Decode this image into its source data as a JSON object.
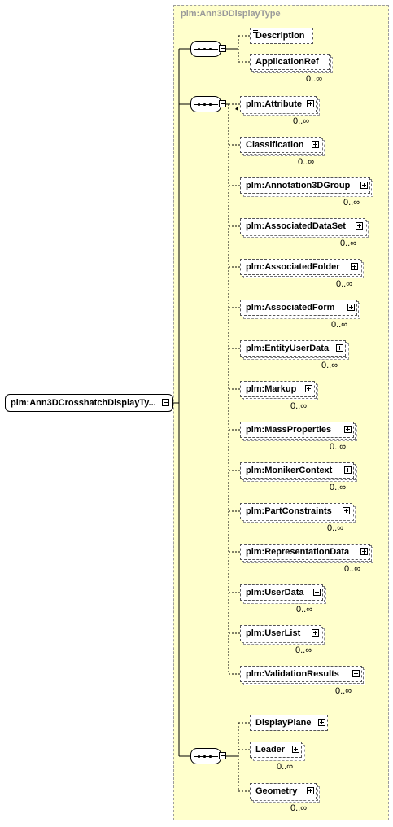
{
  "type_title": "plm:Ann3DDisplayType",
  "root": {
    "label": "plm:Ann3DCrosshatchDisplayTy..."
  },
  "sequences": [
    {
      "elements": [
        {
          "label": "Description",
          "occurs": "",
          "has_doc": true,
          "expandable": false
        },
        {
          "label": "ApplicationRef",
          "occurs": "0..∞",
          "has_doc": false,
          "expandable": false
        }
      ]
    },
    {
      "elements": [
        {
          "label": "plm:Attribute",
          "occurs": "0..∞",
          "expandable": true
        },
        {
          "label": "Classification",
          "occurs": "0..∞",
          "expandable": true
        },
        {
          "label": "plm:Annotation3DGroup",
          "occurs": "0..∞",
          "expandable": true
        },
        {
          "label": "plm:AssociatedDataSet",
          "occurs": "0..∞",
          "expandable": true
        },
        {
          "label": "plm:AssociatedFolder",
          "occurs": "0..∞",
          "expandable": true
        },
        {
          "label": "plm:AssociatedForm",
          "occurs": "0..∞",
          "expandable": true
        },
        {
          "label": "plm:EntityUserData",
          "occurs": "0..∞",
          "expandable": true
        },
        {
          "label": "plm:Markup",
          "occurs": "0..∞",
          "expandable": true
        },
        {
          "label": "plm:MassProperties",
          "occurs": "0..∞",
          "expandable": true
        },
        {
          "label": "plm:MonikerContext",
          "occurs": "0..∞",
          "expandable": true
        },
        {
          "label": "plm:PartConstraints",
          "occurs": "0..∞",
          "expandable": true
        },
        {
          "label": "plm:RepresentationData",
          "occurs": "0..∞",
          "expandable": true
        },
        {
          "label": "plm:UserData",
          "occurs": "0..∞",
          "expandable": true
        },
        {
          "label": "plm:UserList",
          "occurs": "0..∞",
          "expandable": true
        },
        {
          "label": "plm:ValidationResults",
          "occurs": "0..∞",
          "expandable": true
        }
      ]
    },
    {
      "elements": [
        {
          "label": "DisplayPlane",
          "occurs": "",
          "expandable": true
        },
        {
          "label": "Leader",
          "occurs": "0..∞",
          "expandable": true
        },
        {
          "label": "Geometry",
          "occurs": "0..∞",
          "expandable": true
        }
      ]
    }
  ]
}
